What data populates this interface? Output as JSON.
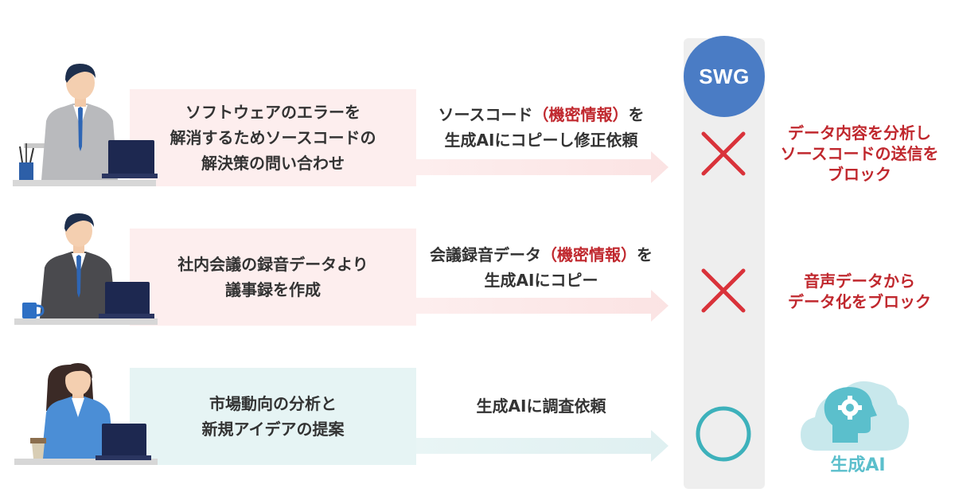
{
  "colors": {
    "task_bg_blocked": "#fdeeee",
    "task_bg_allowed": "#e6f4f4",
    "arrow_blocked": "#fce7e7",
    "arrow_allowed": "#e3f2f3",
    "highlight": "#c0282e",
    "swg": "#4a7cc5",
    "block_mark": "#d9323a",
    "allow_mark": "#3db1bb",
    "ai": "#5bbfcc"
  },
  "swg": {
    "label": "SWG"
  },
  "rows": [
    {
      "task_lines": [
        "ソフトウェアのエラーを",
        "解消するためソースコードの",
        "解決策の問い合わせ"
      ],
      "action_lines": [
        [
          {
            "t": "ソースコード"
          },
          {
            "t": "（機密情報）",
            "hl": true
          },
          {
            "t": "を"
          }
        ],
        [
          {
            "t": "生成AIにコピーし修正依頼"
          }
        ]
      ],
      "verdict": "block",
      "result_lines": [
        "データ内容を分析し",
        "ソースコードの送信を",
        "ブロック"
      ]
    },
    {
      "task_lines": [
        "社内会議の録音データより",
        "議事録を作成"
      ],
      "action_lines": [
        [
          {
            "t": "会議録音データ"
          },
          {
            "t": "（機密情報）",
            "hl": true
          },
          {
            "t": "を"
          }
        ],
        [
          {
            "t": "生成AIにコピー"
          }
        ]
      ],
      "verdict": "block",
      "result_lines": [
        "音声データから",
        "データ化をブロック"
      ]
    },
    {
      "task_lines": [
        "市場動向の分析と",
        "新規アイデアの提案"
      ],
      "action_lines": [
        [
          {
            "t": "生成AIに調査依頼"
          }
        ]
      ],
      "verdict": "allow",
      "result_lines": []
    }
  ],
  "ai": {
    "label": "生成AI",
    "icon": "cloud-head-gear-icon"
  },
  "people": [
    {
      "icon": "businessman-icon",
      "desk_item": "pen-cup-icon"
    },
    {
      "icon": "businessman-icon",
      "desk_item": "coffee-mug-icon"
    },
    {
      "icon": "businesswoman-icon",
      "desk_item": "coffee-cup-icon"
    }
  ]
}
